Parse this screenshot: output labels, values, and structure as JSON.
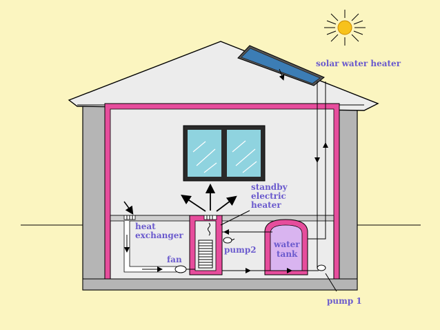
{
  "labels": {
    "solar_water_heater": "solar water heater",
    "standby_line1": "standby",
    "standby_line2": "electric",
    "standby_line3": "heater",
    "heat_exchanger_line1": "heat",
    "heat_exchanger_line2": "exchanger",
    "fan": "fan",
    "pump2": "pump2",
    "water_tank_line1": "water",
    "water_tank_line2": "tank",
    "pump1": "pump 1"
  },
  "colors": {
    "background": "#fbf5c0",
    "wall_gray": "#b5b5b5",
    "insulation_pink": "#e64d9c",
    "interior": "#ececec",
    "tank_fill": "#d9b4f0",
    "window_glass": "#8fd3df",
    "sun": "#f7c21c",
    "label_purple": "#6a5acd"
  },
  "icons": [
    "sun-icon",
    "solar-panel-icon",
    "window-icon",
    "fan-icon",
    "pump-icon"
  ]
}
